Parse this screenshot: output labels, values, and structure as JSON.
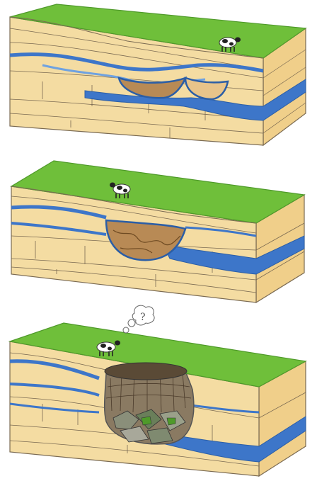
{
  "diagram": {
    "panels": [
      {
        "stage": 1,
        "cow": true,
        "cavity": "dissolution-cavities-forming"
      },
      {
        "stage": 2,
        "cow": true,
        "cavity": "cavity-enlarging-and-collapsing"
      },
      {
        "stage": 3,
        "cow": true,
        "cavity": "collapse-sinkhole-open-to-surface"
      }
    ],
    "thought_bubble": {
      "symbol": "?"
    },
    "colors": {
      "grass": "#6fbf3a",
      "grass_dark": "#4f9a2a",
      "rock": "#f4dca2",
      "rock_side": "#f0cf8a",
      "rock_line": "#7a6a52",
      "water": "#3d76c9",
      "water_light": "#6fa2e0",
      "rubble": "#8a8f7a",
      "cavity": "#b88a55"
    }
  }
}
